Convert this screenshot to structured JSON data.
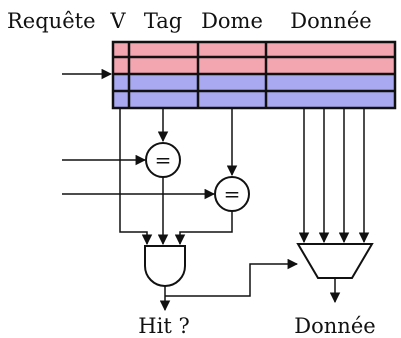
{
  "labels": {
    "requete": "Requête",
    "v": "V",
    "tag": "Tag",
    "dome": "Dome",
    "donnee_header": "Donnée",
    "hit": "Hit ?",
    "donnee_output": "Donnée"
  },
  "comparator_symbol": "=",
  "colors": {
    "row_red": "#f4a6b0",
    "row_blue": "#a9a9f2",
    "stroke": "#111111"
  },
  "cache_rows": [
    {
      "color": "red"
    },
    {
      "color": "red"
    },
    {
      "color": "blue"
    },
    {
      "color": "blue"
    }
  ]
}
